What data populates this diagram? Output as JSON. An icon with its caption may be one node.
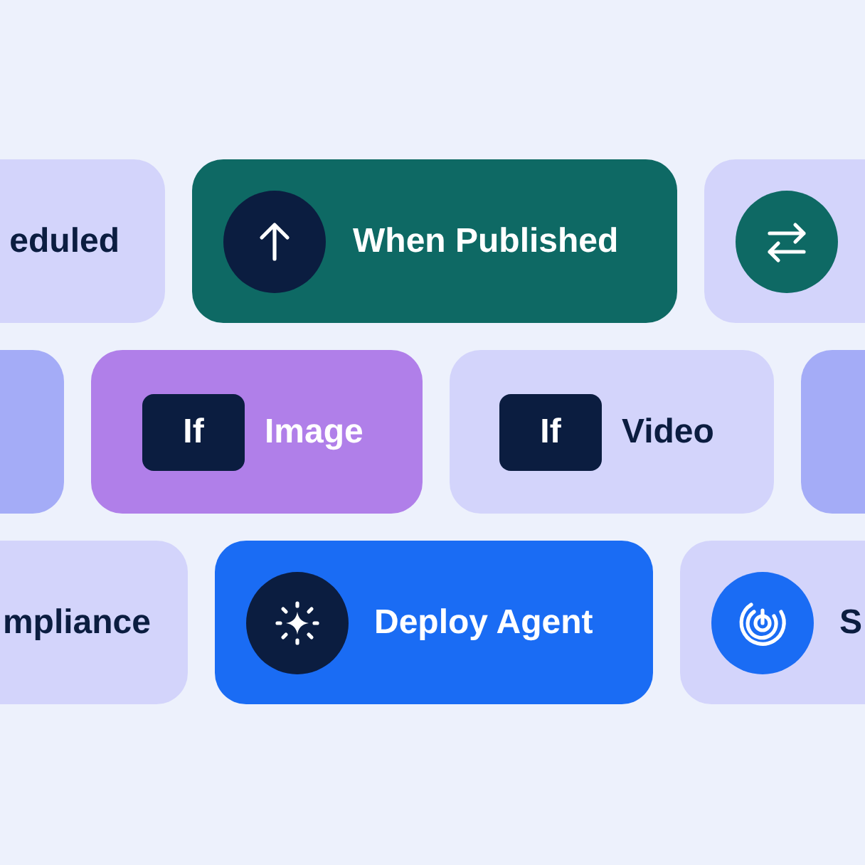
{
  "diagram": {
    "nodes": [
      {
        "text": [
          "eduled"
        ]
      },
      {
        "text": [
          "When Published"
        ]
      },
      {
        "text": [],
        "shape": "box"
      },
      {
        "text": [],
        "shape": "box"
      },
      {
        "text": [
          "Image"
        ]
      },
      {
        "text": [
          "If"
        ],
        "in": 4
      },
      {
        "text": [
          "Video"
        ]
      },
      {
        "text": [
          "If"
        ],
        "in": 6
      },
      {
        "text": [],
        "shape": "box"
      },
      {
        "text": [
          "mpliance"
        ]
      },
      {
        "text": [
          "Deploy Agent"
        ]
      },
      {
        "text": [
          "S"
        ]
      }
    ]
  }
}
